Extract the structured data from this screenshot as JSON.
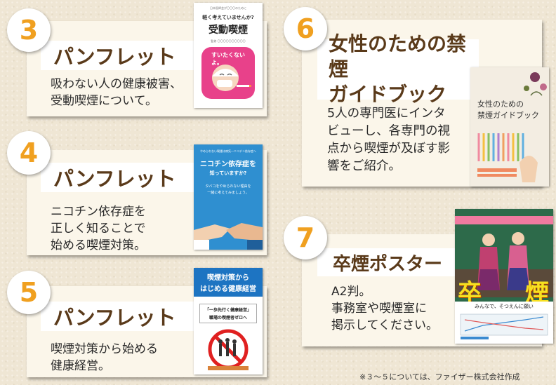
{
  "items": [
    {
      "number": "3",
      "title": "パンフレット",
      "desc_lines": [
        "吸わない人の健康被害、",
        "受動喫煙について。"
      ],
      "cover": {
        "top_text": "日本医師会が〇〇〇のために",
        "heading_small": "軽く考えていませんか?",
        "heading": "受動喫煙",
        "author_line": "監修 〇〇〇〇〇〇〇〇〇〇",
        "bubble": "すいたくないよ。"
      }
    },
    {
      "number": "4",
      "title": "パンフレット",
      "desc_lines": [
        "ニコチン依存症を",
        "正しく知ることで",
        "始める喫煙対策。"
      ],
      "cover": {
        "top_text": "やめられない喫煙は病気―ニコチン依存症へ",
        "heading": "ニコチン依存症を",
        "heading2": "知っていますか?",
        "sub1": "タバコをやめられない理由を",
        "sub2": "一緒に考えてみましょう。"
      }
    },
    {
      "number": "5",
      "title": "パンフレット",
      "desc_lines": [
        "喫煙対策から始める",
        "健康経営。"
      ],
      "cover": {
        "heading1": "喫煙対策から",
        "heading2": "はじめる健康経営",
        "box1": "「一歩先行く健康経営」",
        "box2": "職場の喫煙者ゼロへ"
      }
    },
    {
      "number": "6",
      "title_lines": [
        "女性のための禁煙",
        "ガイドブック"
      ],
      "desc_lines": [
        "5人の専門医にインタ",
        "ビューし、各専門の視",
        "点から喫煙が及ぼす影",
        "響をご紹介。"
      ],
      "cover": {
        "heading1": "女性のための",
        "heading2": "禁煙ガイドブック"
      }
    },
    {
      "number": "7",
      "title": "卒煙ポスター",
      "desc_lines": [
        "A2判。",
        "事務室や喫煙室に",
        "掲示してください。"
      ],
      "cover": {
        "big1": "卒",
        "big2": "煙",
        "sub": "みんなで、そつえんに願い"
      }
    }
  ],
  "footnote": "※３～５については、ファイザー株式会社作成",
  "colors": {
    "number": "#f0a020",
    "title": "#5a3a1a",
    "card": "#fbf6ea"
  }
}
